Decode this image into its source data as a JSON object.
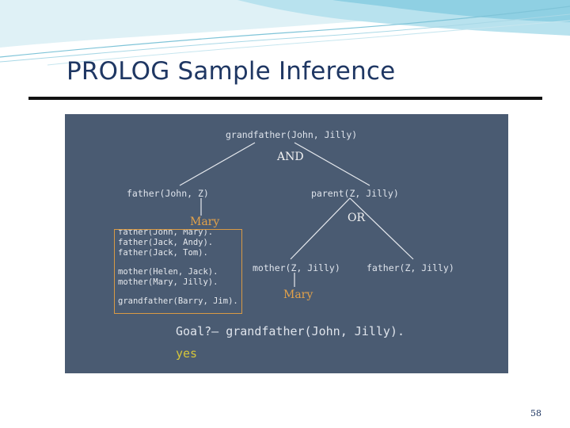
{
  "slide": {
    "title": "PROLOG Sample Inference",
    "page_number": "58"
  },
  "tree": {
    "root": "grandfather(John, Jilly)",
    "and_label": "AND",
    "left_goal": "father(John, Z)",
    "left_binding": "Mary",
    "right_goal": "parent(Z, Jilly)",
    "or_label": "OR",
    "or_left_goal": "mother(Z, Jilly)",
    "or_left_binding": "Mary",
    "or_right_goal": "father(Z, Jilly)"
  },
  "facts": [
    "father(John, Mary).",
    "father(Jack, Andy).",
    "father(Jack, Tom).",
    "mother(Helen, Jack).",
    "mother(Mary, Jilly).",
    "grandfather(Barry, Jim)."
  ],
  "query": {
    "goal": "Goal?— grandfather(John, Jilly).",
    "answer": "yes"
  },
  "colors": {
    "title": "#1f3763",
    "panel_background": "#4a5b72",
    "binding": "#e3a24a",
    "answer": "#d6c63a"
  }
}
